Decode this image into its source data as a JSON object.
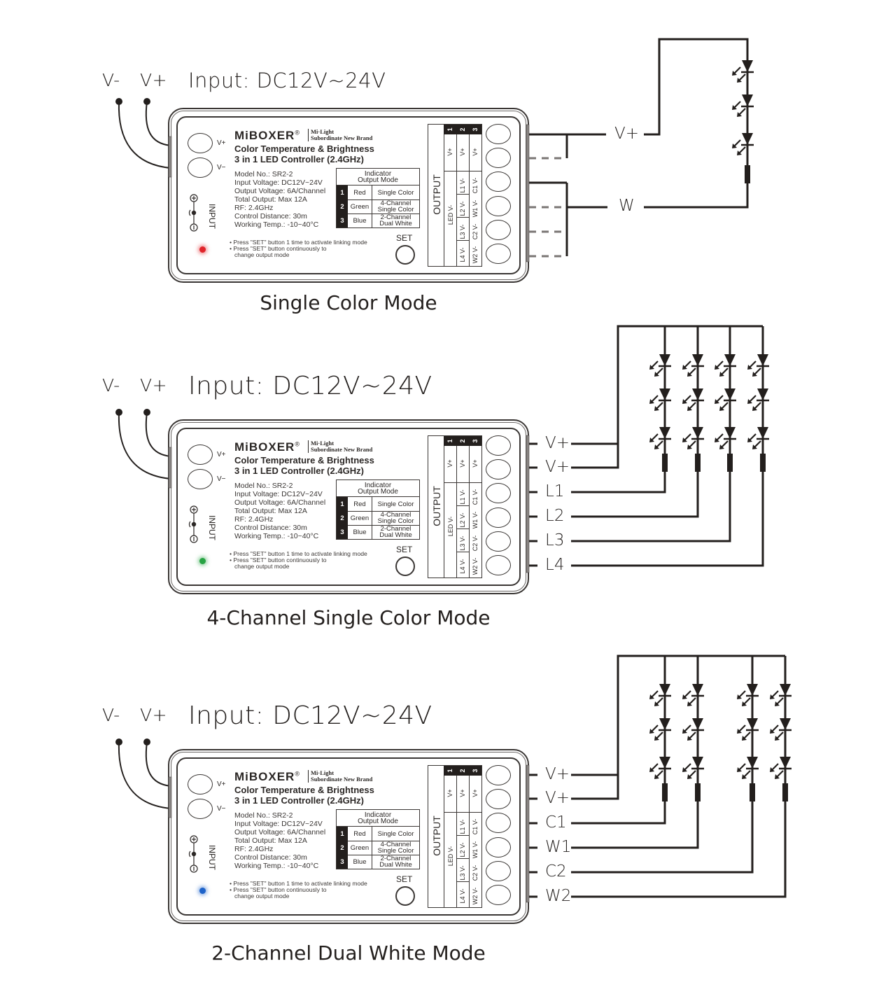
{
  "diagram": {
    "title": "MiBOXER SR2-2 wiring diagrams",
    "input_header": {
      "vminus": "V-",
      "vplus": "V+",
      "input": "Input: DC12V~24V"
    },
    "controller": {
      "brand": "MiBOXER",
      "registered": "®",
      "sub_brand_line1": "Mi·Light",
      "sub_brand_line2": "Subordinate New Brand",
      "title_line1": "Color Temperature & Brightness",
      "title_line2": "3 in 1 LED Controller (2.4GHz)",
      "specs": [
        "Model No.: SR2-2",
        "Input Voltage: DC12V~24V",
        "Output Voltage: 6A/Channel",
        "Total Output: Max 12A",
        "RF: 2.4GHz",
        "Control Distance: 30m",
        "Working Temp.: -10~40°C"
      ],
      "terminal_vplus": "V+",
      "terminal_vminus": "V−",
      "input_label": "INPUT",
      "indicator_table": {
        "header_line1": "Indicator",
        "header_line2": "Output Mode",
        "rows": [
          {
            "num": "1",
            "color": "Red",
            "mode_line1": "Single Color",
            "mode_line2": ""
          },
          {
            "num": "2",
            "color": "Green",
            "mode_line1": "4-Channel",
            "mode_line2": "Single Color"
          },
          {
            "num": "3",
            "color": "Blue",
            "mode_line1": "2-Channel",
            "mode_line2": "Dual White"
          }
        ]
      },
      "notes": [
        "Press \"SET\" button 1 time to activate linking mode",
        "Press \"SET\" button continuously to",
        "change output mode"
      ],
      "set_label": "SET",
      "output_table": {
        "title": "OUTPUT",
        "col_headers": [
          "1",
          "2",
          "3"
        ],
        "vplus_row": [
          "V+",
          "V+",
          "V+"
        ],
        "led_vminus": "LED V-",
        "col2": [
          "L1 V-",
          "L2 V-",
          "L3 V-",
          "L4 V-"
        ],
        "col3": [
          "C1 V-",
          "W1 V-",
          "C2 V-",
          "W2 V-"
        ]
      }
    },
    "panels": [
      {
        "caption": "Single Color Mode",
        "indicator_color": "#e0242a",
        "wire_labels": [
          "V+",
          "W"
        ]
      },
      {
        "caption": "4-Channel Single Color Mode",
        "indicator_color": "#27a343",
        "wire_labels": [
          "V+",
          "V+",
          "L1",
          "L2",
          "L3",
          "L4"
        ]
      },
      {
        "caption": "2-Channel Dual White Mode",
        "indicator_color": "#1d62c9",
        "wire_labels": [
          "V+",
          "V+",
          "C1",
          "W1",
          "C2",
          "W2"
        ]
      }
    ]
  }
}
